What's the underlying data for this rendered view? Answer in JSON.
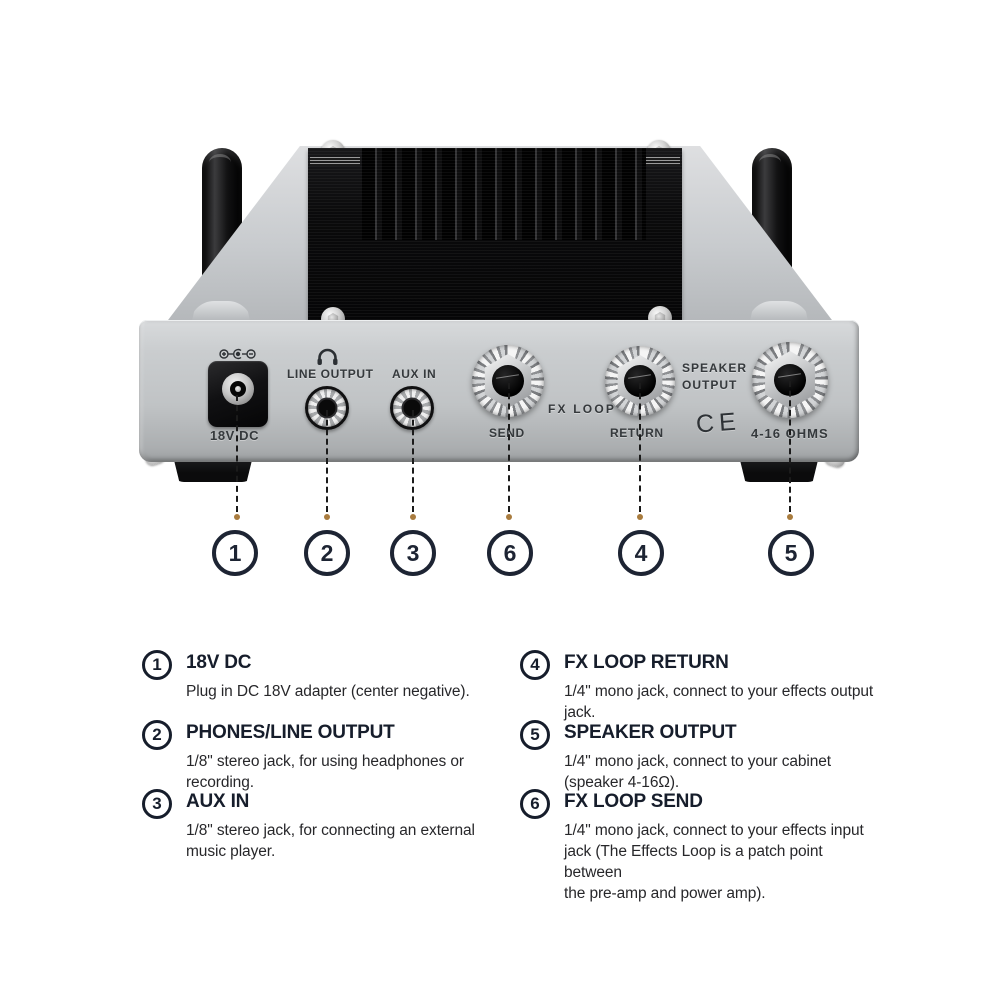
{
  "panel": {
    "dc_label": "18V DC",
    "line_output_label": "LINE OUTPUT",
    "aux_in_label": "AUX IN",
    "fx_loop_label": "FX LOOP",
    "send_label": "SEND",
    "return_label": "RETURN",
    "speaker_line1": "SPEAKER",
    "speaker_line2": "OUTPUT",
    "ce_mark": "CE",
    "ohms_label": "4-16 OHMS"
  },
  "callouts": [
    {
      "number": "1"
    },
    {
      "number": "2"
    },
    {
      "number": "3"
    },
    {
      "number": "6"
    },
    {
      "number": "4"
    },
    {
      "number": "5"
    }
  ],
  "legend": {
    "left": [
      {
        "number": "1",
        "title": "18V DC",
        "lines": [
          "Plug in DC 18V adapter (center negative)."
        ]
      },
      {
        "number": "2",
        "title": "PHONES/LINE OUTPUT",
        "lines": [
          "1/8\" stereo jack, for using headphones or recording."
        ]
      },
      {
        "number": "3",
        "title": "AUX IN",
        "lines": [
          "1/8\" stereo jack, for connecting an external",
          "music player."
        ]
      }
    ],
    "right": [
      {
        "number": "4",
        "title": "FX LOOP RETURN",
        "lines": [
          "1/4\" mono jack, connect to your effects output jack."
        ]
      },
      {
        "number": "5",
        "title": "SPEAKER OUTPUT",
        "lines": [
          "1/4\" mono jack, connect to your cabinet (speaker 4-16Ω)."
        ]
      },
      {
        "number": "6",
        "title": "FX LOOP SEND",
        "lines": [
          "1/4\" mono jack, connect to your effects input",
          "jack (The Effects Loop is a patch point between",
          "the pre-amp and power amp)."
        ]
      }
    ]
  },
  "colors": {
    "callout_ink": "#1d2433",
    "callout_dot": "#a97c3f",
    "panel_text": "#35393c",
    "chassis_silver": "#c0c3c5",
    "heatsink_black": "#0a0a0b"
  }
}
